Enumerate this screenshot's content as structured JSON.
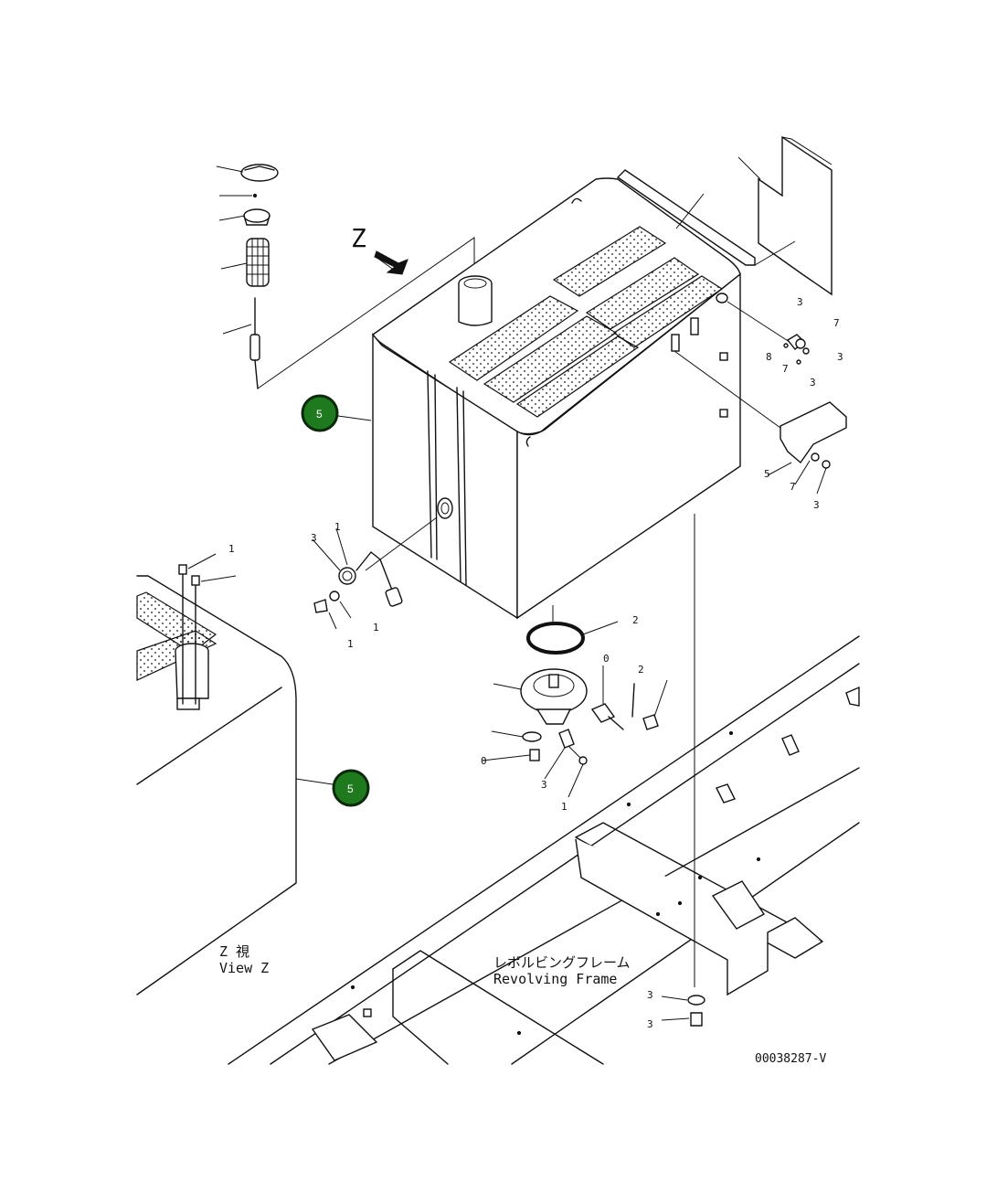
{
  "callouts": [
    {
      "number": "5",
      "color": "#1f7a1f"
    },
    {
      "number": "5",
      "color": "#1f7a1f"
    }
  ],
  "labels": {
    "view_letter": "Z",
    "view_jp": "Z 視",
    "view_en": "View Z",
    "frame_jp": "レボルビングフレーム",
    "frame_en": "Revolving Frame",
    "drawing_id": "00038287-V"
  }
}
